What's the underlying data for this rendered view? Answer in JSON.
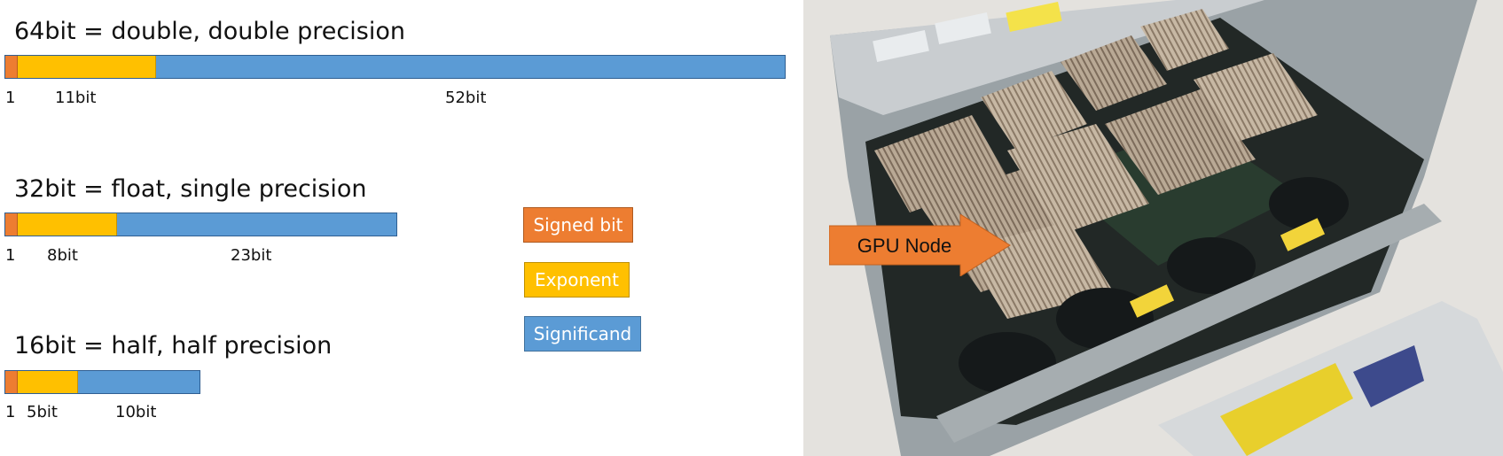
{
  "formats": [
    {
      "title": "64bit = double, double precision",
      "labels": [
        "1",
        "11bit",
        "52bit"
      ]
    },
    {
      "title": "32bit = float, single precision",
      "labels": [
        "1",
        "8bit",
        "23bit"
      ]
    },
    {
      "title": "16bit = half, half precision",
      "labels": [
        "1",
        "5bit",
        "10bit"
      ]
    }
  ],
  "legend": {
    "signed": "Signed bit",
    "exponent": "Exponent",
    "significand": "Significand"
  },
  "callout": "GPU Node",
  "colors": {
    "signed": "#ed7d31",
    "exponent": "#ffc000",
    "significand": "#5b9bd5",
    "callout": "#ed7d31"
  }
}
